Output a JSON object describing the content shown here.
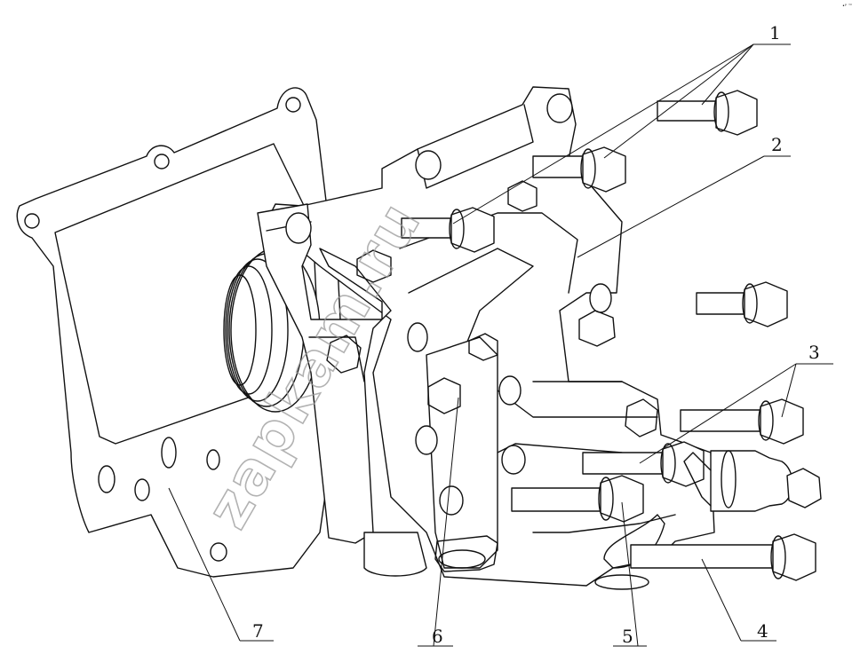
{
  "diagram": {
    "callouts": [
      {
        "id": "1",
        "label": "1"
      },
      {
        "id": "2",
        "label": "2"
      },
      {
        "id": "3",
        "label": "3"
      },
      {
        "id": "4",
        "label": "4"
      },
      {
        "id": "5",
        "label": "5"
      },
      {
        "id": "6",
        "label": "6"
      },
      {
        "id": "7",
        "label": "7"
      }
    ],
    "watermark": "zapkam.ru",
    "corner_mark": "•ᵖ ™"
  }
}
